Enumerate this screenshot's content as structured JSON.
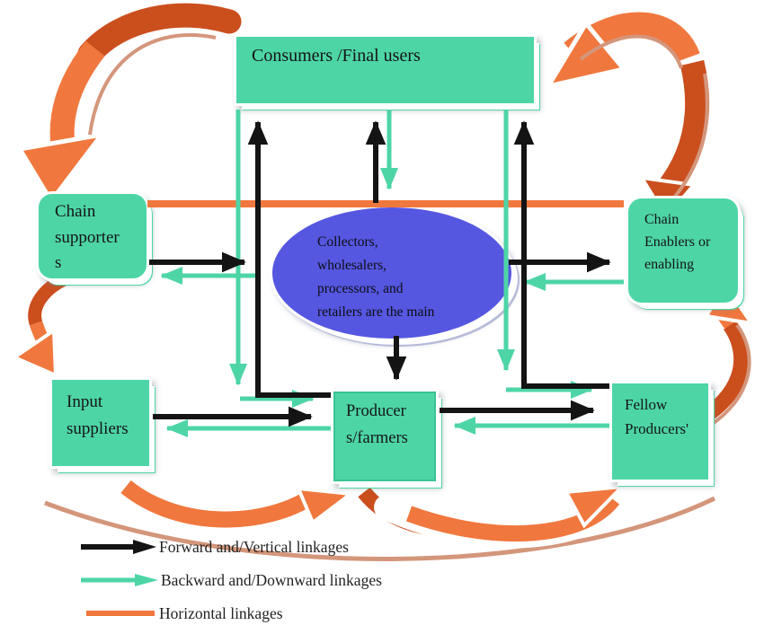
{
  "figure": {
    "type": "value-chain-linkages-diagram",
    "colors": {
      "node_teal": "#4dd5a6",
      "ellipse_blue": "#5557e1",
      "forward_black": "#141414",
      "backward_teal": "#4dd5a6",
      "horizontal_orange": "#f0773d",
      "swoosh_light_orange": "#f0773d",
      "swoosh_dark_orange": "#cb4e1d",
      "swoosh_shadow_salmon": "#d4967b"
    }
  },
  "nodes": {
    "consumers": {
      "label": "Consumers /Final users"
    },
    "supporters": {
      "label": "Chain\nsupporter\ns"
    },
    "enablers": {
      "label": "Chain\nEnablers or\nenabling"
    },
    "middlemen": {
      "label": "Collectors,\nwholesalers,\nprocessors, and\nretailers are the main"
    },
    "input_suppliers": {
      "label": "Input\nsuppliers"
    },
    "producers": {
      "label": "Producer\ns/farmers"
    },
    "fellow_producers": {
      "label": "Fellow\nProducers'"
    }
  },
  "edges": [
    {
      "from": "chain-supporters",
      "to": "middlemen",
      "type": "forward"
    },
    {
      "from": "middlemen",
      "to": "chain-supporters",
      "type": "backward"
    },
    {
      "from": "middlemen",
      "to": "chain-enablers",
      "type": "forward"
    },
    {
      "from": "chain-enablers",
      "to": "middlemen",
      "type": "backward"
    },
    {
      "from": "chain-supporters",
      "to": "chain-enablers",
      "type": "horizontal"
    },
    {
      "from": "middlemen",
      "to": "consumers",
      "type": "forward"
    },
    {
      "from": "consumers",
      "to": "middlemen",
      "type": "backward"
    },
    {
      "from": "middlemen",
      "to": "producers",
      "type": "forward"
    },
    {
      "from": "producers",
      "to": "consumers",
      "type": "forward"
    },
    {
      "from": "consumers",
      "to": "producers",
      "type": "backward"
    },
    {
      "from": "fellow-producers",
      "to": "consumers",
      "type": "forward"
    },
    {
      "from": "consumers",
      "to": "fellow-producers",
      "type": "backward"
    },
    {
      "from": "input-suppliers",
      "to": "producers",
      "type": "forward"
    },
    {
      "from": "producers",
      "to": "input-suppliers",
      "type": "backward"
    },
    {
      "from": "producers",
      "to": "fellow-producers",
      "type": "forward"
    },
    {
      "from": "fellow-producers",
      "to": "producers",
      "type": "backward"
    }
  ],
  "legend": {
    "items": [
      {
        "swatch": "black-arrow",
        "color": "#141414",
        "label": "Forward and/Vertical linkages"
      },
      {
        "swatch": "teal-arrow",
        "color": "#4dd5a6",
        "label": "Backward and/Downward linkages"
      },
      {
        "swatch": "orange-line",
        "color": "#f0773d",
        "label": "Horizontal linkages"
      }
    ]
  }
}
